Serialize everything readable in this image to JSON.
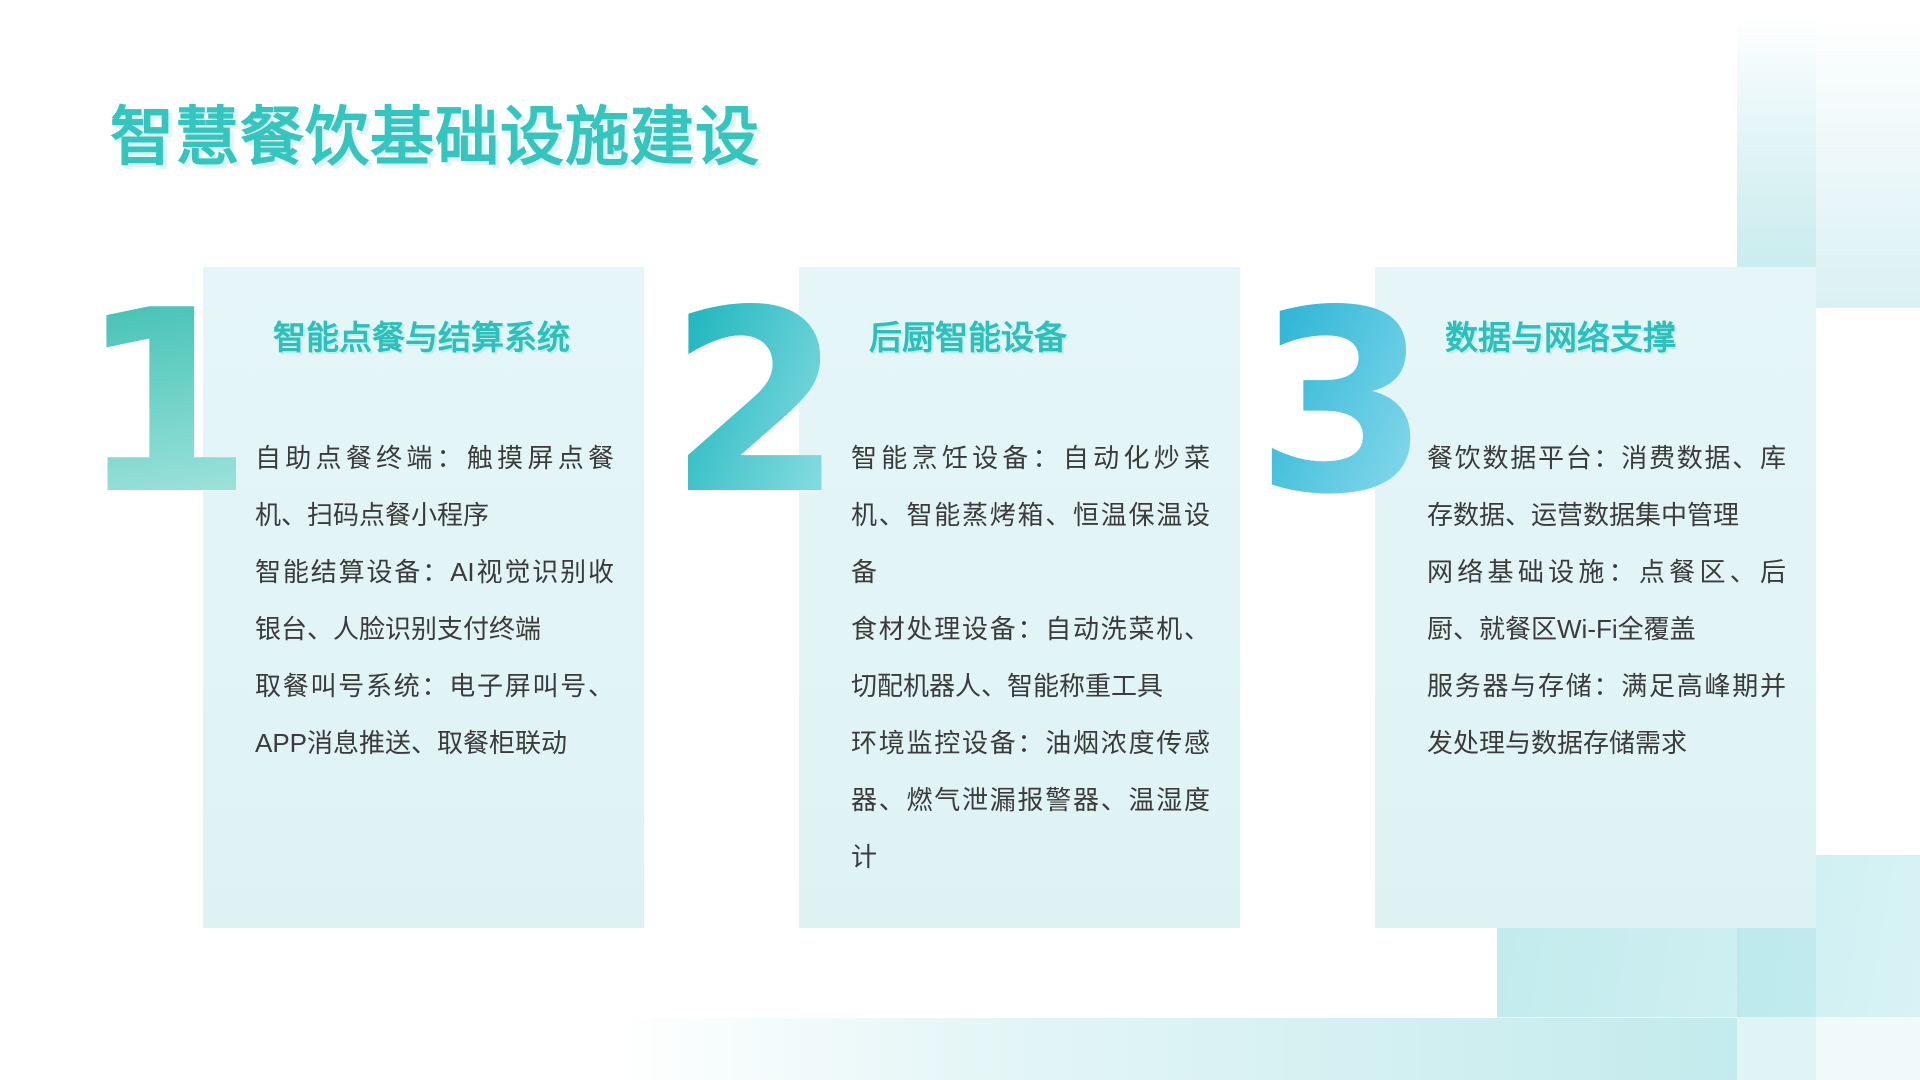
{
  "slide": {
    "title": "智慧餐饮基础设施建设",
    "cards": [
      {
        "number": "1",
        "title": "智能点餐与结算系统",
        "items": [
          "自助点餐终端：触摸屏点餐机、扫码点餐小程序",
          "智能结算设备：AI视觉识别收银台、人脸识别支付终端",
          "取餐叫号系统：电子屏叫号、APP消息推送、取餐柜联动"
        ]
      },
      {
        "number": "2",
        "title": "后厨智能设备",
        "items": [
          "智能烹饪设备：自动化炒菜机、智能蒸烤箱、恒温保温设备",
          "食材处理设备：自动洗菜机、切配机器人、智能称重工具",
          "环境监控设备：油烟浓度传感器、燃气泄漏报警器、温湿度计"
        ]
      },
      {
        "number": "3",
        "title": "数据与网络支撑",
        "items": [
          "餐饮数据平台：消费数据、库存数据、运营数据集中管理",
          "网络基础设施：点餐区、后厨、就餐区Wi-Fi全覆盖",
          "服务器与存储：满足高峰期并发处理与数据存储需求"
        ]
      }
    ],
    "colors": {
      "accent_teal": "#35c5bf",
      "card_header_teal": "#2bc0ba",
      "card_background": "#e3f4f6",
      "body_text": "#3b3b3b",
      "numeral_gradient_1": [
        "#3fc0b2",
        "#a7e6df"
      ],
      "numeral_gradient_2": [
        "#1db5bd",
        "#90e0e4"
      ],
      "numeral_gradient_3": [
        "#2ab4d4",
        "#8edcee"
      ]
    }
  }
}
